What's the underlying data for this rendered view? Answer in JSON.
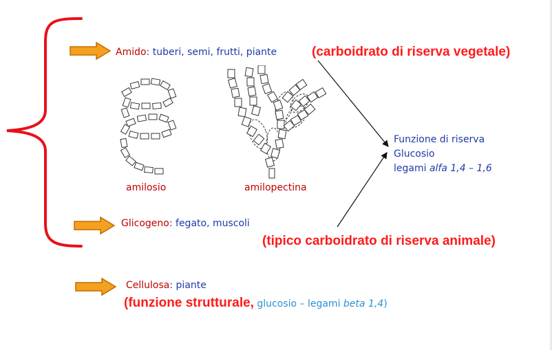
{
  "amido": {
    "term": "Amido",
    "colon": ":",
    "sources": " tuberi, semi, frutti, piante",
    "note": "(carboidrato di riserva vegetale)"
  },
  "amilosio_label": "amilosio",
  "amilopectina_label": "amilopectina",
  "funzione": {
    "line1": "Funzione di riserva",
    "line2": "Glucosio",
    "line3_prefix": "legami ",
    "line3_ital": "alfa 1,4 – 1,6"
  },
  "glicogeno": {
    "term": "Glicogeno",
    "colon": ":",
    "sources": " fegato, muscoli",
    "note": "(tipico carboidrato di riserva animale)"
  },
  "cellulosa": {
    "term": "Cellulosa",
    "colon": ":",
    "sources": " piante",
    "note_bold": "(funzione strutturale,",
    "note_plain": " glucosio – legami ",
    "note_ital": "beta 1,4",
    "note_close": ")"
  },
  "colors": {
    "arrow_fill": "#f4a020",
    "arrow_stroke": "#c46a00",
    "brace": "#e8101a",
    "dark_red": "#c00000",
    "blue": "#1f3aa8",
    "bright_red": "#ff1a1a",
    "cyan": "#2b8fd6"
  }
}
